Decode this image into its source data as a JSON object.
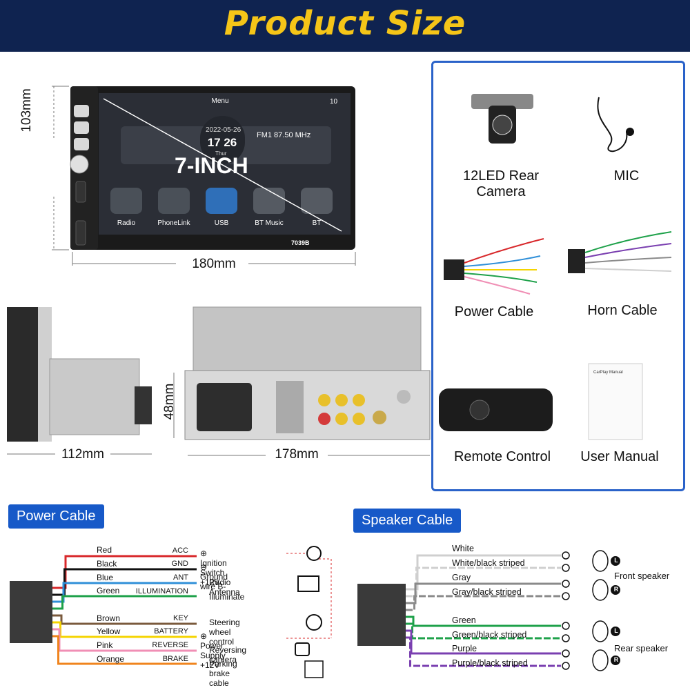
{
  "header": {
    "title": "Product Size"
  },
  "dimensions": {
    "front_height": "103mm",
    "front_width": "180mm",
    "side_depth": "112mm",
    "rear_height": "48mm",
    "rear_width": "178mm"
  },
  "screen": {
    "menu": "Menu",
    "volume": "10",
    "date": "2022-05-26",
    "time": "17 26",
    "day": "Thur",
    "fm": "FM1 87.50 MHz",
    "size_text": "7-INCH",
    "model": "7039B",
    "apps": [
      "Radio",
      "PhoneLink",
      "USB",
      "BT Music",
      "BT"
    ]
  },
  "accessories": [
    {
      "label": "12LED Rear Camera"
    },
    {
      "label": "MIC"
    },
    {
      "label": "Power Cable"
    },
    {
      "label": "Horn Cable"
    },
    {
      "label": "Remote Control"
    },
    {
      "label": "User Manual"
    }
  ],
  "manual_title": "CarPlay Manual",
  "power_cable": {
    "title": "Power Cable",
    "wires": [
      {
        "color": "Red",
        "func": "ACC",
        "hex": "#d8282b"
      },
      {
        "color": "Black",
        "func": "GND",
        "hex": "#111111"
      },
      {
        "color": "Blue",
        "func": "ANT",
        "hex": "#2f8fd8"
      },
      {
        "color": "Green",
        "func": "ILLUMINATION",
        "hex": "#1ea14a"
      },
      {
        "color": "Brown",
        "func": "KEY",
        "hex": "#7a5a3c"
      },
      {
        "color": "Yellow",
        "func": "BATTERY",
        "hex": "#f5d400"
      },
      {
        "color": "Pink",
        "func": "REVERSE",
        "hex": "#f08fb5"
      },
      {
        "color": "Orange",
        "func": "BRAKE",
        "hex": "#f0841e"
      }
    ],
    "descriptions": [
      "Ignition Switch +12V",
      "Ground wire B-",
      "Radio Antenna",
      "Illuminate",
      "Steering wheel control",
      "Power Supply +12V",
      "Reversing camera",
      "Parking brake cable"
    ]
  },
  "speaker_cable": {
    "title": "Speaker Cable",
    "wires": [
      {
        "name": "White",
        "hex": "#cfcfcf"
      },
      {
        "name": "White/black striped",
        "hex": "#cfcfcf"
      },
      {
        "name": "Gray",
        "hex": "#8a8a8a"
      },
      {
        "name": "Gray/black striped",
        "hex": "#8a8a8a"
      },
      {
        "name": "Green",
        "hex": "#1ea14a"
      },
      {
        "name": "Green/black striped",
        "hex": "#1ea14a"
      },
      {
        "name": "Purple",
        "hex": "#7a3fb0"
      },
      {
        "name": "Purple/black striped",
        "hex": "#7a3fb0"
      }
    ],
    "front_label": "Front speaker",
    "rear_label": "Rear speaker",
    "badges": [
      "L",
      "R",
      "L",
      "R"
    ]
  }
}
